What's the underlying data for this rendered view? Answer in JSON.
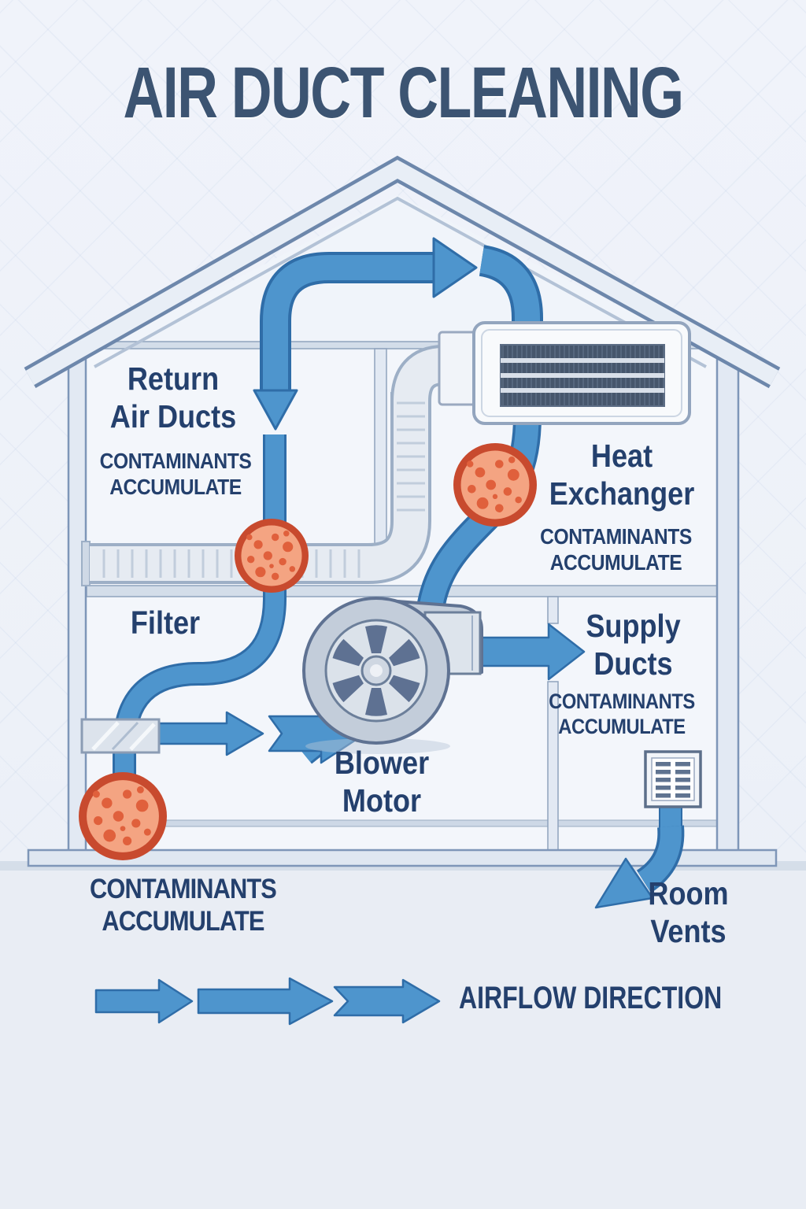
{
  "title": "AIR DUCT CLEANING",
  "components": {
    "return_air_ducts": {
      "label": "Return\nAir Ducts",
      "note": "CONTAMINANTS\nACCUMULATE"
    },
    "heat_exchanger": {
      "label": "Heat\nExchanger",
      "note": "CONTAMINANTS\nACCUMULATE"
    },
    "filter": {
      "label": "Filter"
    },
    "blower_motor": {
      "label": "Blower\nMotor"
    },
    "supply_ducts": {
      "label": "Supply\nDucts",
      "note": "CONTAMINANTS\nACCUMULATE"
    },
    "room_vents": {
      "label": "Room\nVents"
    },
    "foundation": {
      "note": "CONTAMINANTS\nACCUMULATE"
    }
  },
  "legend": {
    "label": "AIRFLOW DIRECTION",
    "arrow_count": 3
  },
  "icons": [
    "contaminant-icon",
    "blower-motor-icon",
    "vent-grille-icon",
    "heat-exchanger-grille-icon",
    "airflow-arrow-icon",
    "filter-icon",
    "corrugated-duct-icon",
    "house-icon"
  ],
  "colors": {
    "background": "#edf1f8",
    "navy_text": "#24406d",
    "title_text": "#3c5472",
    "arrow_blue": "#4e95cd",
    "arrow_dark": "#2f6da8",
    "wall_stroke": "#7e96b8",
    "wall_fill": "#e2e9f3",
    "room_fill": "#f3f6fb",
    "metal_fill": "#e6ebf2",
    "metal_stroke": "#9dafc6",
    "grille_dark": "#46566c",
    "grille_bar": "#d8dfe9",
    "contam_ring": "#c84a2e",
    "contam_fill": "#f4a482",
    "contam_spot": "#e0603c",
    "blower_body": "#c3cdda",
    "blower_edge": "#5f7292",
    "slat": "#5f7390"
  }
}
